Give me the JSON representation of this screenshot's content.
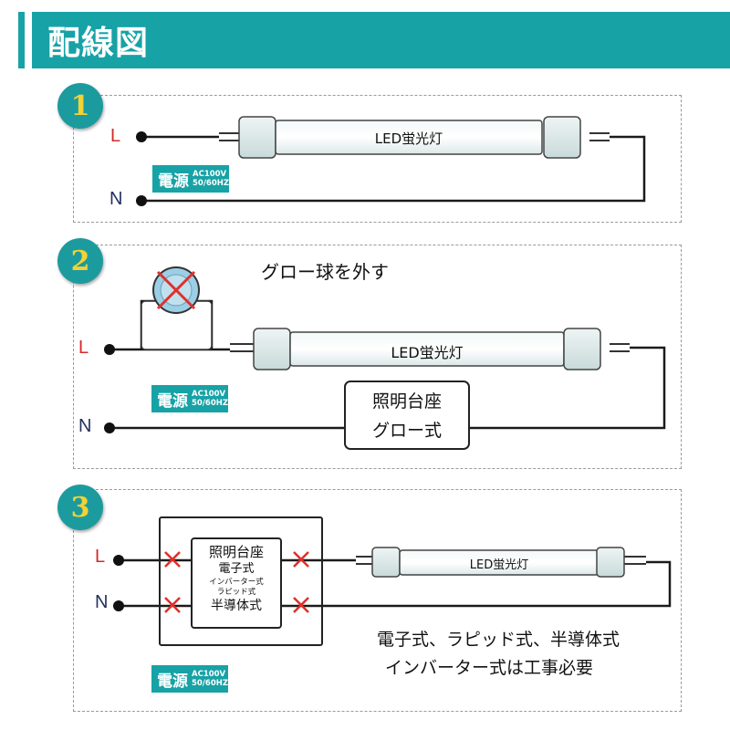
{
  "header": {
    "title": "配線図"
  },
  "power_source": {
    "label": "電源",
    "spec_line1": "AC100V",
    "spec_line2": "50/60HZ"
  },
  "terminals": {
    "live": "L",
    "neutral": "N"
  },
  "lamp": {
    "label": "LED蛍光灯"
  },
  "colors": {
    "accent": "#17a2a6",
    "badge_digit": "#f4d233",
    "cross": "#e0302a",
    "terminal_live": "#d42a2a",
    "terminal_neutral": "#23305e"
  },
  "diagrams": [
    {
      "number": "1"
    },
    {
      "number": "2",
      "note": "グロー球を外す",
      "fixture": {
        "line1": "照明台座",
        "line2": "グロー式"
      }
    },
    {
      "number": "3",
      "fixture": {
        "line1": "照明台座",
        "line2": "電子式",
        "line3": "インバーター式",
        "line4": "ラピッド式",
        "line5": "半導体式"
      },
      "note_line1": "電子式、ラピッド式、半導体式",
      "note_line2": "インバーター式は工事必要"
    }
  ]
}
